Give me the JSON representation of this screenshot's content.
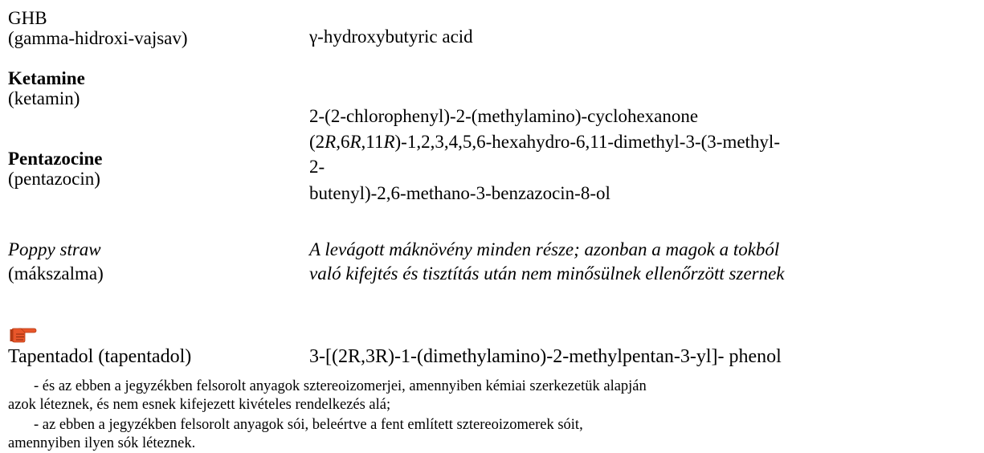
{
  "rows": [
    {
      "name": "GHB",
      "alt": "(gamma-hidroxi-vajsav)",
      "chem": "γ-hydroxybutyric acid"
    },
    {
      "name": "Ketamine",
      "alt": "(ketamin)",
      "chem": "2-(2-chlorophenyl)-2-(methylamino)-cyclohexanone"
    },
    {
      "name": "Pentazocine",
      "alt": "(pentazocin)",
      "chem_line1_parts": [
        "(2",
        "R",
        ",6",
        "R",
        ",11",
        "R",
        ")-1,2,3,4,5,6-hexahydro-6,11-dimethyl-3-(3-methyl-"
      ],
      "chem_line2": "2-",
      "chem_line3": "butenyl)-2,6-methano-3-benzazocin-8-ol"
    },
    {
      "name": "Poppy straw",
      "alt": "(mákszalma)",
      "chem_line1": "A levágott máknövény minden része; azonban a magok a tokból",
      "chem_line2": "való kifejtés és tisztítás után nem minősülnek ellenőrzött szernek"
    },
    {
      "name": "Tapentadol (tapentadol)",
      "chem": "3-[(2R,3R)-1-(dimethylamino)-2-methylpentan-3-yl]- phenol"
    }
  ],
  "pointer_icon": "pointing-hand-icon",
  "pointer_color": "#e8562a",
  "notes": [
    {
      "line1": "- és az ebben a jegyzékben felsorolt anyagok sztereoizomerjei, amennyiben kémiai szerkezetük alapján",
      "line2": "azok léteznek, és nem esnek kifejezett kivételes rendelkezés alá;"
    },
    {
      "line1": "- az ebben a jegyzékben felsorolt anyagok sói, beleértve a fent említett sztereoizomerek sóit,",
      "line2": "amennyiben ilyen sók léteznek."
    }
  ]
}
